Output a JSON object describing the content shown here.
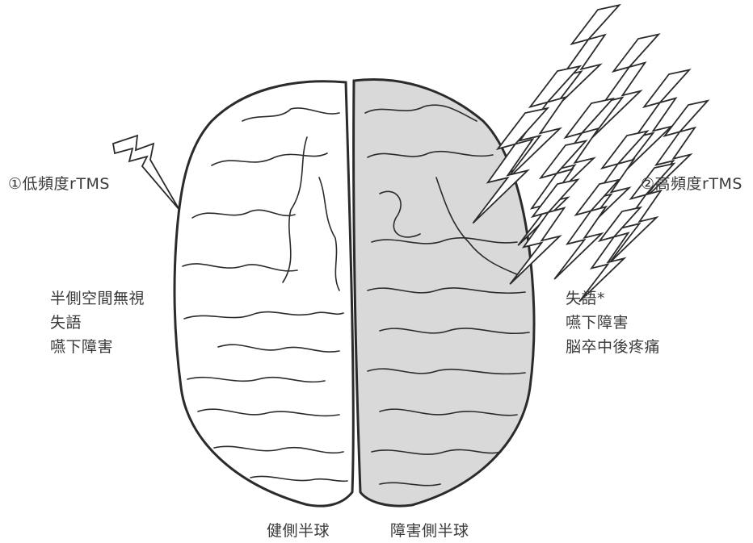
{
  "stimulation": {
    "low_freq_label": "①低頻度rTMS",
    "high_freq_label": "②高頻度rTMS"
  },
  "left_indications": [
    "半側空間無視",
    "失語",
    "嚥下障害"
  ],
  "right_indications": [
    "失語*",
    "嚥下障害",
    "脳卒中後疼痛"
  ],
  "hemispheres": {
    "healthy_label": "健側半球",
    "affected_label": "障害側半球"
  },
  "colors": {
    "outline": "#2b2b2b",
    "affected_fill": "#d9d9d9",
    "healthy_fill": "#ffffff",
    "text": "#3a3a3a"
  }
}
